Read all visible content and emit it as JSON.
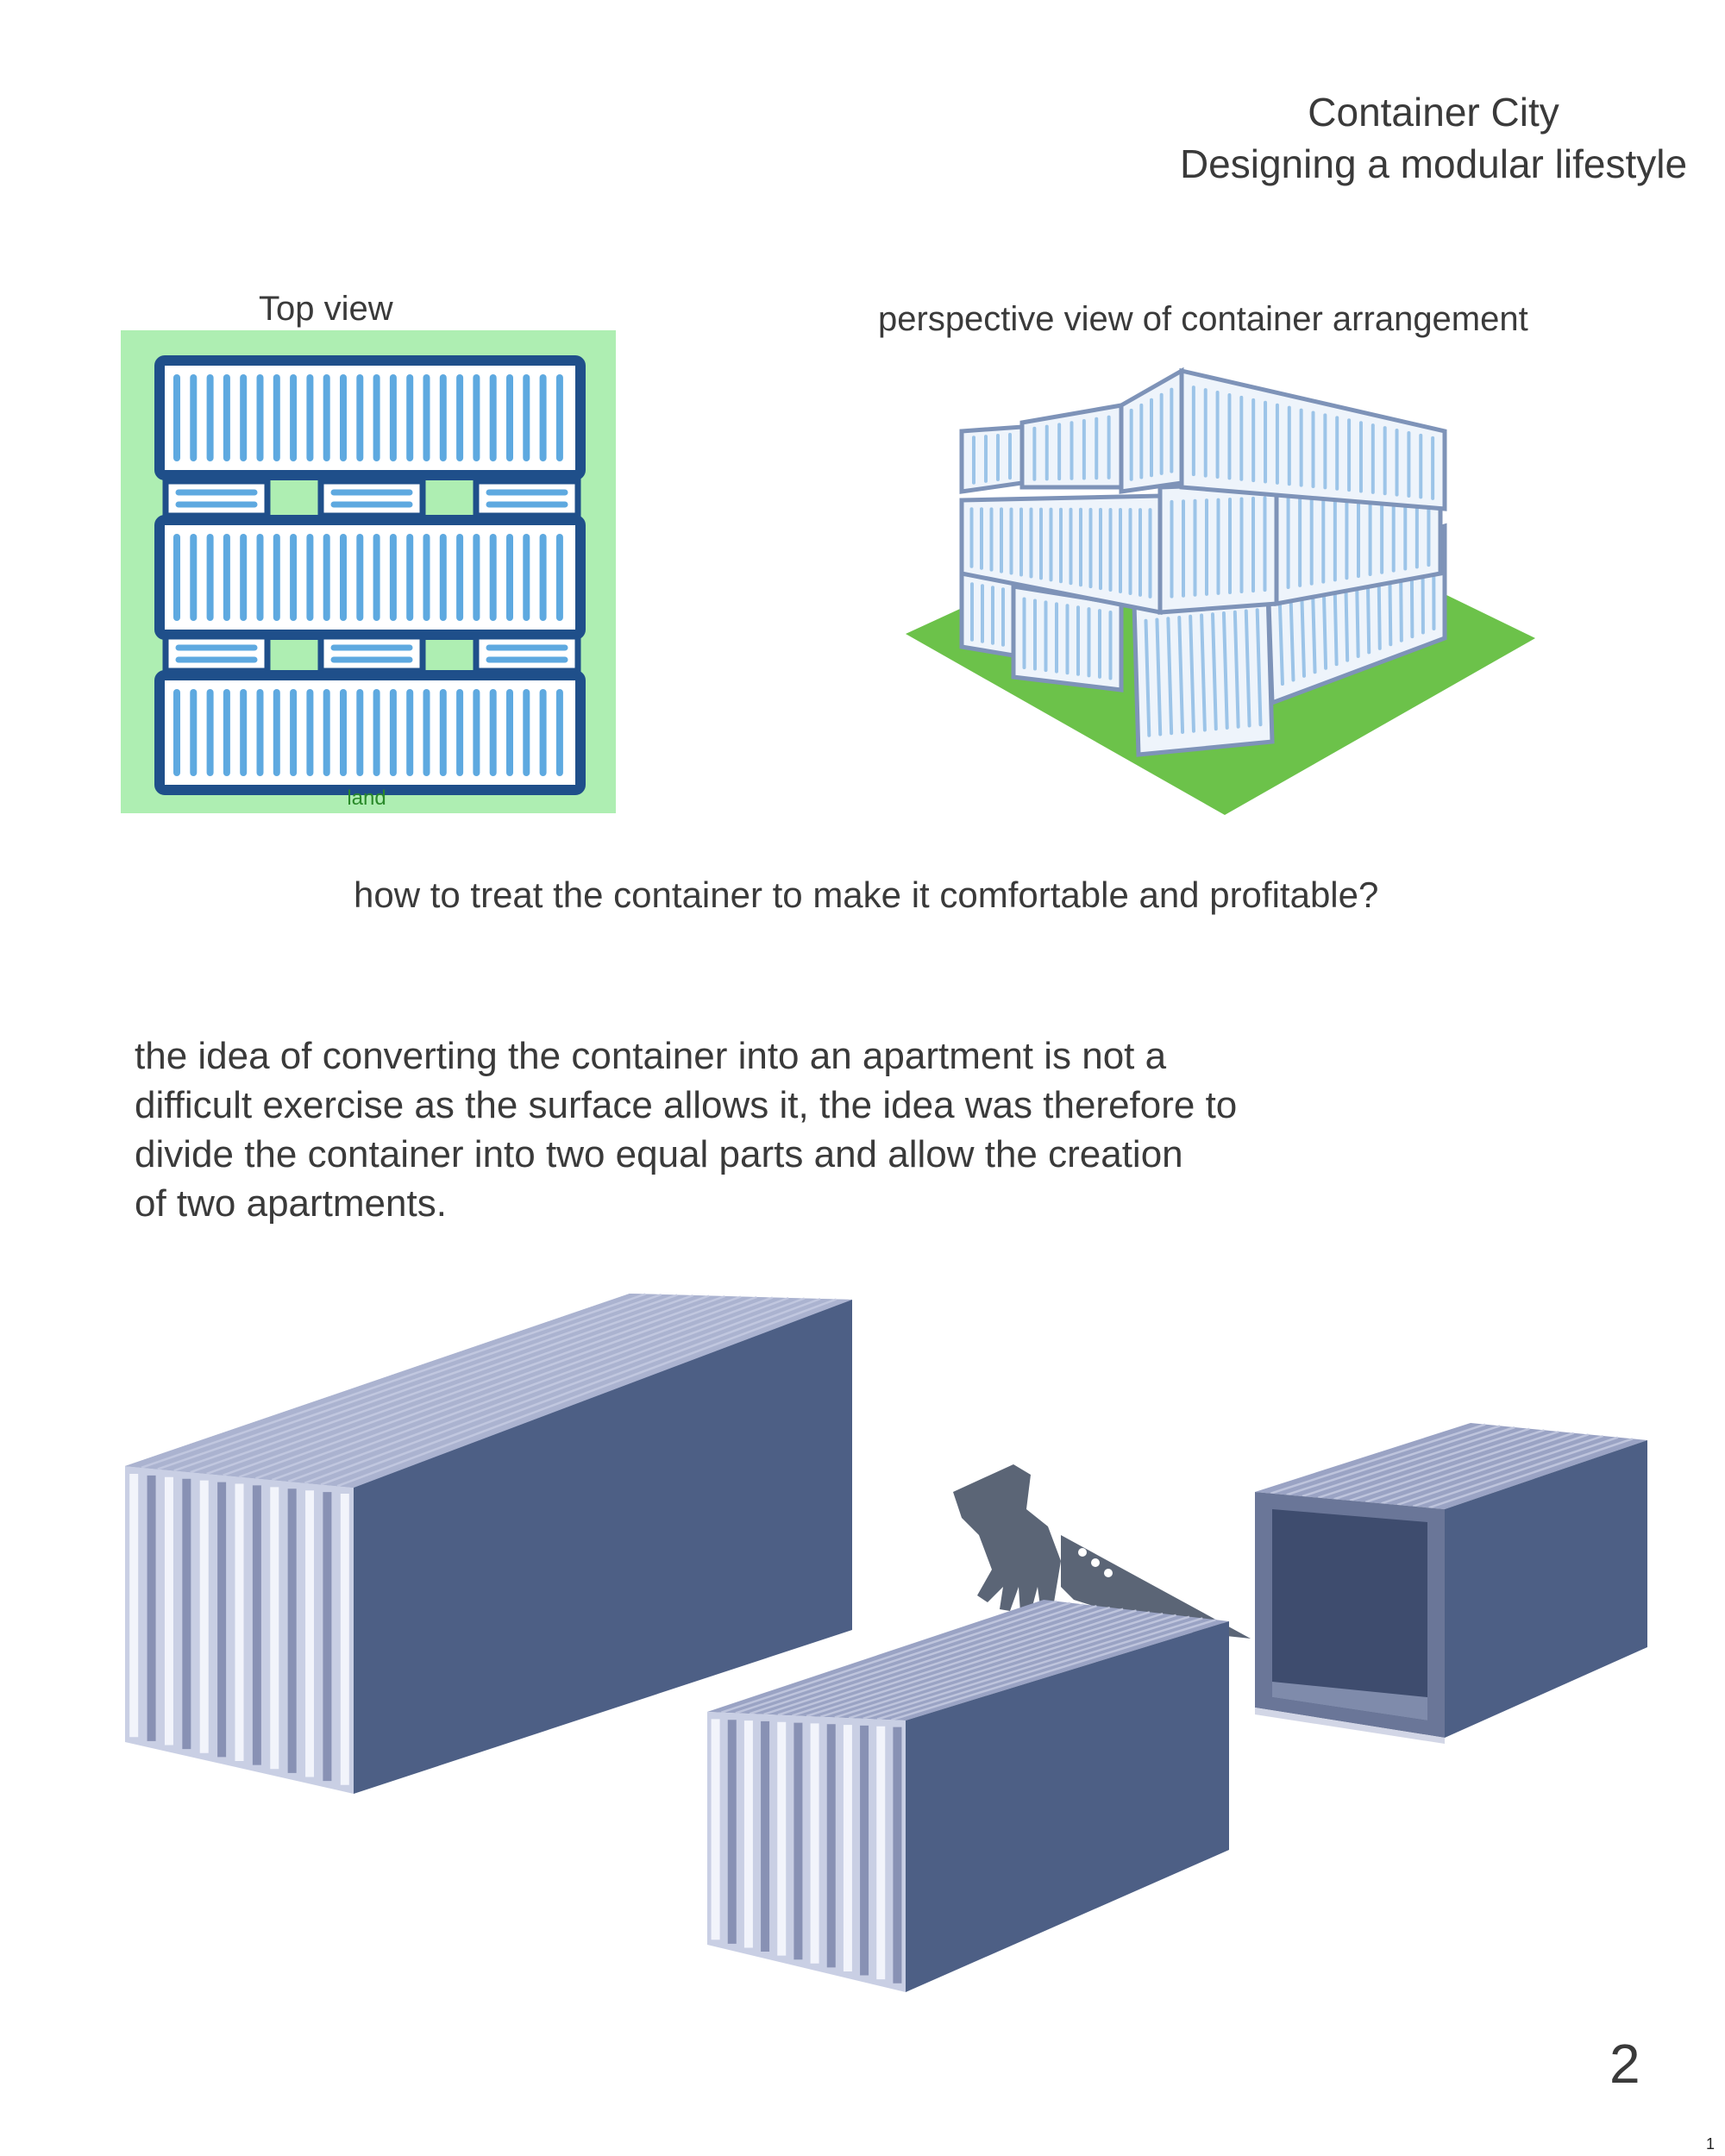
{
  "header": {
    "title_line1": "Container City",
    "title_line2": "Designing a modular lifestyle"
  },
  "top_view": {
    "label": "Top view",
    "land_label": "land"
  },
  "perspective": {
    "label": "perspective view of container arrangement"
  },
  "question": "how to treat the container to make it comfortable and profitable?",
  "paragraph": [
    "the idea of converting the container into an apartment is not a",
    "difficult exercise as the surface allows it, the idea was therefore to",
    "divide the container into two equal parts and allow the creation",
    "of two apartments."
  ],
  "page_number": "2",
  "corner_mark": "1",
  "colors": {
    "land": "#aeeeb2",
    "container_outline": "#1f4f8a",
    "container_stripe": "#5ea9e0",
    "grass": "#6cc24a",
    "container_body": "#4d5f85",
    "hand_knife": "#5b6576"
  },
  "icons": [
    "hand-icon",
    "knife-icon"
  ]
}
